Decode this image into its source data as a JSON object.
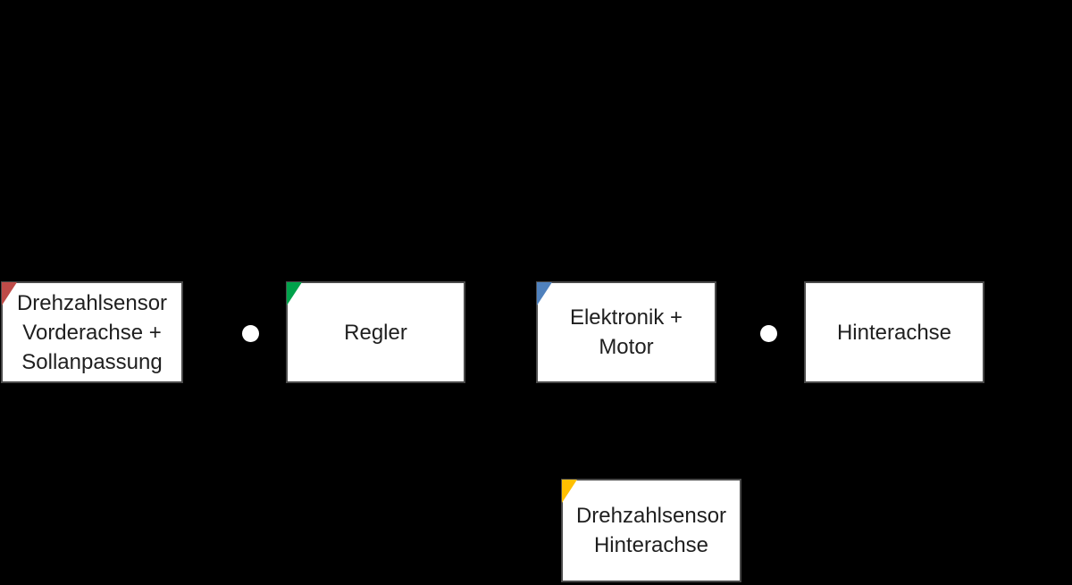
{
  "diagram": {
    "type": "block-diagram",
    "background_color": "#000000",
    "box_fill_color": "#ffffff",
    "box_border_color": "#4a4a4a",
    "text_color": "#1f1f1f",
    "junction_color": "#ffffff",
    "nodes": [
      {
        "id": "drehzahlsensor-vorderachse",
        "label": "Drehzahlsensor\nVorderachse +\nSollanpassung",
        "corner_color": "#BE4B48"
      },
      {
        "id": "regler",
        "label": "Regler",
        "corner_color": "#00A24B"
      },
      {
        "id": "elektronik-motor",
        "label": "Elektronik +\nMotor",
        "corner_color": "#4F81BD"
      },
      {
        "id": "hinterachse",
        "label": "Hinterachse",
        "corner_color": null
      },
      {
        "id": "drehzahlsensor-hinterachse",
        "label": "Drehzahlsensor\nHinterachse",
        "corner_color": "#FFC000"
      }
    ],
    "junctions": [
      {
        "id": "junction-left"
      },
      {
        "id": "junction-right"
      }
    ]
  }
}
